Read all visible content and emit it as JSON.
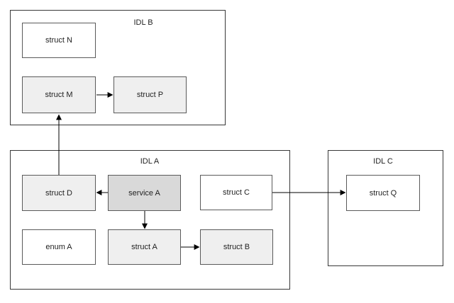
{
  "diagram": {
    "containers": [
      {
        "id": "idl-b",
        "label": "IDL B"
      },
      {
        "id": "idl-a",
        "label": "IDL A"
      },
      {
        "id": "idl-c",
        "label": "IDL C"
      }
    ],
    "nodes": [
      {
        "id": "struct-n",
        "label": "struct N",
        "container": "IDL B",
        "fill": "#ffffff"
      },
      {
        "id": "struct-m",
        "label": "struct M",
        "container": "IDL B",
        "fill": "#efefef"
      },
      {
        "id": "struct-p",
        "label": "struct P",
        "container": "IDL B",
        "fill": "#efefef"
      },
      {
        "id": "struct-d",
        "label": "struct D",
        "container": "IDL A",
        "fill": "#efefef"
      },
      {
        "id": "service-a",
        "label": "service A",
        "container": "IDL A",
        "fill": "#d9d9d9"
      },
      {
        "id": "struct-c",
        "label": "struct C",
        "container": "IDL A",
        "fill": "#ffffff"
      },
      {
        "id": "enum-a",
        "label": "enum A",
        "container": "IDL A",
        "fill": "#ffffff"
      },
      {
        "id": "struct-a",
        "label": "struct A",
        "container": "IDL A",
        "fill": "#efefef"
      },
      {
        "id": "struct-b",
        "label": "struct B",
        "container": "IDL A",
        "fill": "#efefef"
      },
      {
        "id": "struct-q",
        "label": "struct Q",
        "container": "IDL C",
        "fill": "#ffffff"
      }
    ],
    "edges": [
      {
        "from": "struct M",
        "to": "struct P"
      },
      {
        "from": "struct D",
        "to": "struct M"
      },
      {
        "from": "service A",
        "to": "struct D"
      },
      {
        "from": "service A",
        "to": "struct A"
      },
      {
        "from": "struct A",
        "to": "struct B"
      },
      {
        "from": "struct C",
        "to": "struct Q"
      }
    ],
    "colors": {
      "background": "#ffffff",
      "container_border": "#383838",
      "node_border": "#5a5a5a",
      "node_fill_plain": "#ffffff",
      "node_fill_light": "#efefef",
      "node_fill_service": "#d9d9d9",
      "edge": "#000000",
      "text": "#1f1f1f"
    }
  }
}
